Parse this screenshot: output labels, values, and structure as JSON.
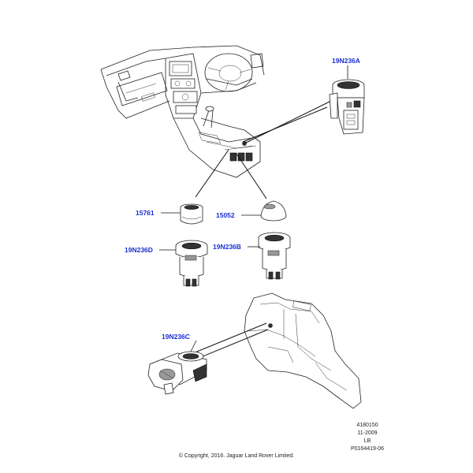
{
  "callouts": {
    "a": "19N236A",
    "p15761": "15761",
    "p15052": "15052",
    "d": "19N236D",
    "b": "19N236B",
    "c": "19N236C"
  },
  "meta": {
    "line1": "4180150",
    "line2": "11-2009",
    "line3": "LB",
    "line4": "P0164419-06"
  },
  "copyright": "© Copyright, 2016. Jaguar Land Rover Limited.",
  "colors": {
    "callout": "#1a2fd0",
    "linework": "#222222"
  }
}
